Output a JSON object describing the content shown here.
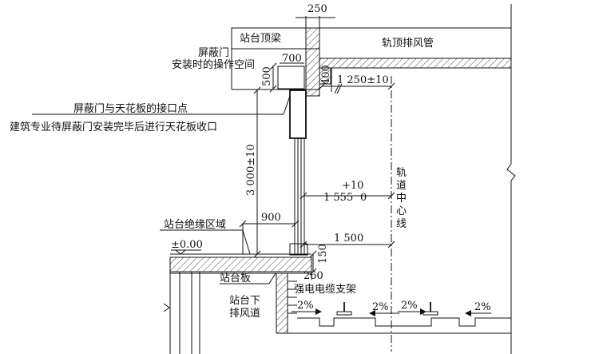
{
  "labels": {
    "beam": "站台顶梁",
    "duct": "轨顶排风管",
    "op_space_line1": "屏蔽门",
    "op_space_line2": "安装时的操作空间",
    "interface_point": "屏蔽门与天花板的接口点",
    "ceiling_note": "建筑专业待屏蔽门安装完毕后进行天花板收口",
    "insulation_zone": "站台绝缘区域",
    "elevation": "±0.00",
    "slab": "站台板",
    "cable_tray": "强电电缆支架",
    "exhaust_line1": "站台下",
    "exhaust_line2": "排风道",
    "track_center": [
      "轨",
      "道",
      "中",
      "心",
      "线"
    ]
  },
  "dimensions": {
    "d250": "250",
    "d700": "700",
    "d500": "500",
    "d400": "400",
    "d1250": "1 250±10",
    "d3000": "3 000±10",
    "d1555_main": "1 555",
    "d1555_plus": "+10",
    "d1555_minus": "0",
    "d900": "900",
    "d1500": "1 500",
    "d150": "150",
    "d260": "260"
  },
  "slopes": [
    "2%",
    "2%",
    "2%",
    "2%"
  ]
}
